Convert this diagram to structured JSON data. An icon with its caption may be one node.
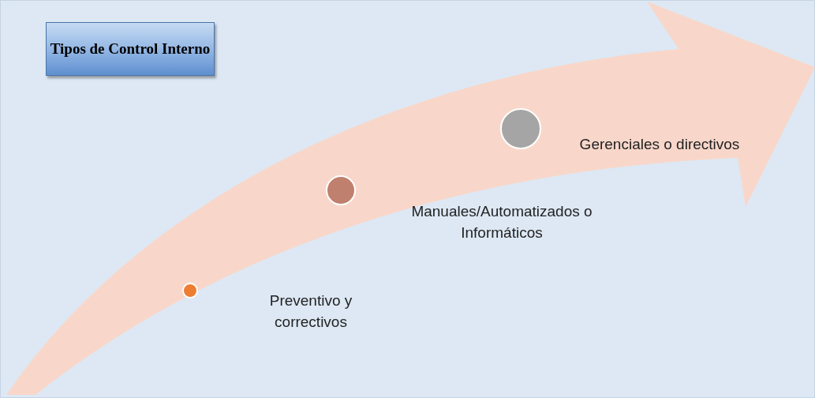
{
  "diagram": {
    "nodes": [
      {
        "text": [
          "Tipos de Control Interno"
        ]
      },
      {
        "text": [],
        "shape": "circle"
      },
      {
        "text": [],
        "shape": "circle",
        "beside": [
          "Manuales/Automatizados o Informáticos"
        ]
      },
      {
        "text": [],
        "shape": "circle",
        "beside": [
          "Gerenciales o directivos"
        ]
      }
    ],
    "labels": [
      "Preventivo y correctivos"
    ]
  }
}
